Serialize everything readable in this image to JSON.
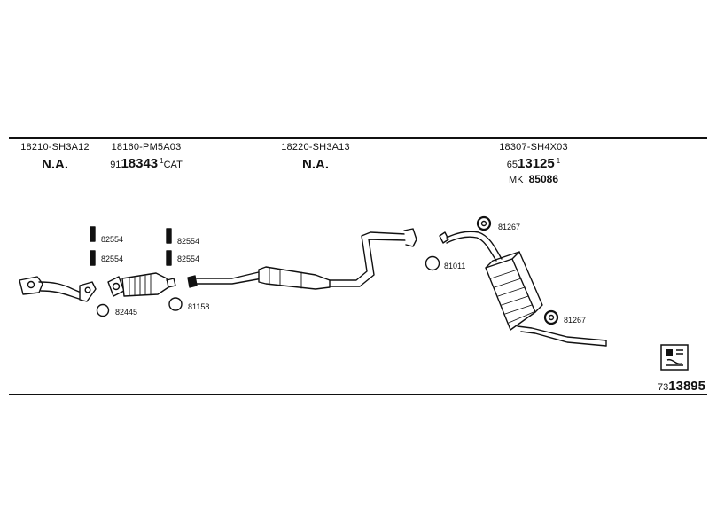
{
  "columns": [
    {
      "oe": "18210-SH3A12",
      "na": "N.A."
    },
    {
      "oe": "18160-PM5A03",
      "prefix": "91",
      "main": "18343",
      "sup": "1",
      "suffix": "CAT"
    },
    {
      "oe": "18220-SH3A13",
      "na": "N.A."
    },
    {
      "oe": "18307-SH4X03",
      "prefix": "65",
      "main": "13125",
      "sup": "1",
      "mk_prefix": "MK",
      "mk_number": "85086"
    }
  ],
  "fittings": {
    "f1": "82554",
    "f2": "82554",
    "f3": "82554",
    "f4": "82554",
    "g1": "82445",
    "g2": "81158",
    "g3": "81011",
    "r1": "81267",
    "r2": "81267"
  },
  "footer": {
    "prefix": "73",
    "main": "13895"
  },
  "icons": [
    "book-icon",
    "exhaust-diagram"
  ]
}
